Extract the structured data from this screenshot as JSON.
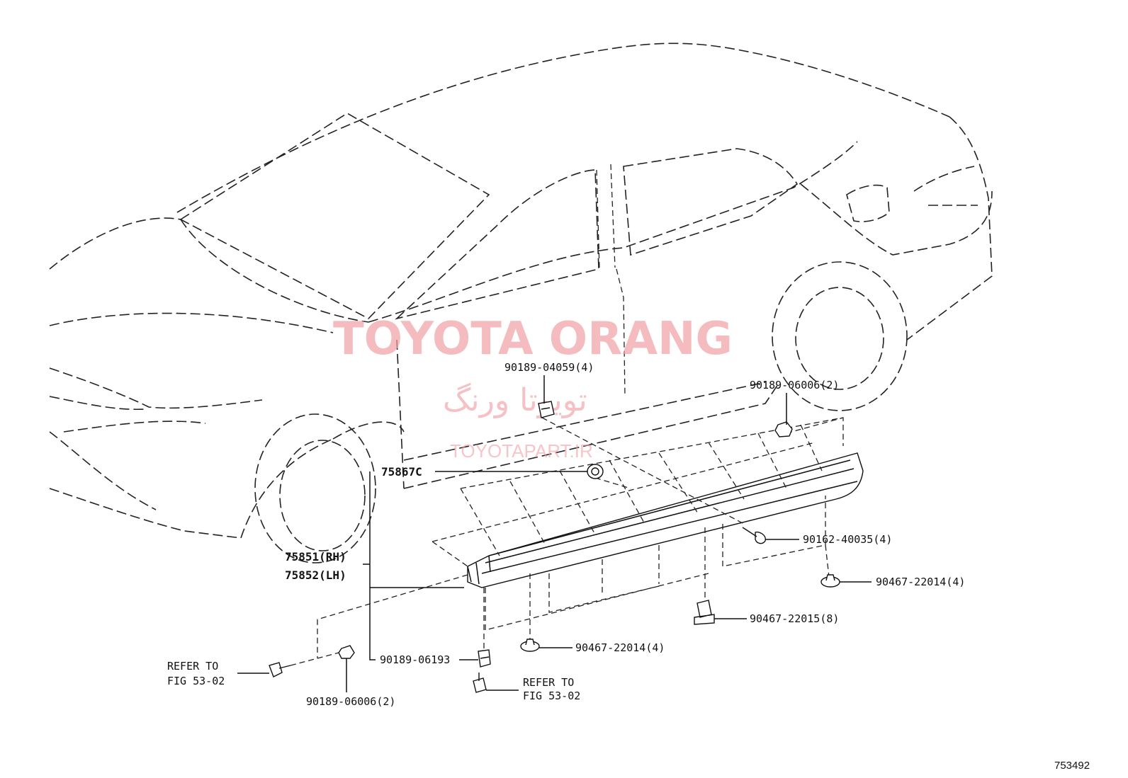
{
  "watermark": {
    "main": "TOYOTA ORANG",
    "persian": "تویوتا ورنگ",
    "url": "TOYOTAPART.IR"
  },
  "figure_number": "753492",
  "callouts": {
    "c1": "90189-04059(4)",
    "c2": "90189-06006(2)",
    "c3": "75867C",
    "c4": "90162-40035(4)",
    "c5a": "75851(RH)",
    "c5b": "75852(LH)",
    "c6": "90467-22014(4)",
    "c7": "90467-22015(8)",
    "c8": "90467-22014(4)",
    "c9": "90189-06193",
    "c10": "90189-06006(2)",
    "ref1a": "REFER TO",
    "ref1b": "FIG 53-02",
    "ref2a": "REFER TO",
    "ref2b": "FIG 53-02"
  },
  "colors": {
    "line": "#111111",
    "watermark": "#f2a0a6"
  }
}
